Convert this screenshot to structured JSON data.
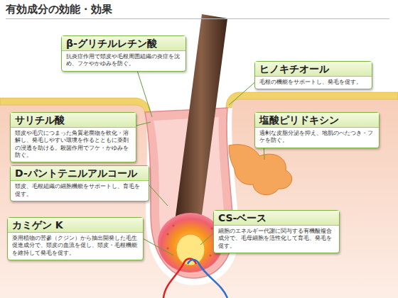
{
  "diagram": {
    "title": "有効成分の効能・効果",
    "nodes": [
      {
        "text": [
          "β-グリチルレチン酸",
          "抗炎症作用で頭皮や毛根周囲組織の炎症を沈め、フケやかゆみを防ぐ。"
        ]
      },
      {
        "text": [
          "ヒノキチオール",
          "毛根の機能をサポートし、発毛を促す。"
        ]
      },
      {
        "text": [
          "サリチル酸",
          "頭皮や毛穴につまった角質老廃物を軟化・溶解し、発毛しやすい環境を作るとともに薬剤の浸透を助ける。殺菌作用でフケ・かゆみを防ぐ。"
        ]
      },
      {
        "text": [
          "塩酸ピリドキシン",
          "過剰な皮脂分泌を抑え、地肌のべたつき・フケを防ぐ。"
        ]
      },
      {
        "text": [
          "D-パントテニルアルコール",
          "頭皮、毛根組織の細胞機能をサポートし、育毛を促す。"
        ]
      },
      {
        "text": [
          "カミゲン K",
          "薬用植物の苦參（クジン）から抽出開発した毛生促進成分で、頭皮の血流を促し、頭皮・毛根機能を維持して発毛を促す。"
        ]
      },
      {
        "text": [
          "CS-ベース",
          "細胞のエネルギー代謝に関与する有機酸複合成分で、毛母細胞を活性化して育毛、発毛を促す。"
        ]
      }
    ]
  }
}
